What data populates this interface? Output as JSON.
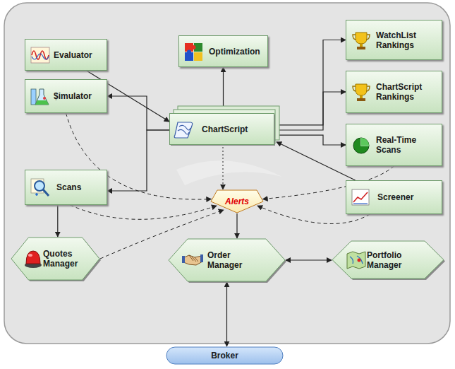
{
  "diagram": {
    "nodes": [
      {
        "text": [
          "Evaluator"
        ]
      },
      {
        "text": [
          "Optimization"
        ]
      },
      {
        "text": [
          "WatchList Rankings"
        ]
      },
      {
        "text": [
          "$imulator"
        ]
      },
      {
        "text": [
          "ChartScript"
        ]
      },
      {
        "text": [
          "ChartScript Rankings"
        ]
      },
      {
        "text": [
          "Real-Time Scans"
        ]
      },
      {
        "text": [
          "Scans"
        ]
      },
      {
        "text": [
          "Alerts"
        ]
      },
      {
        "text": [
          "Screener"
        ]
      },
      {
        "text": [
          "Quotes Manager"
        ]
      },
      {
        "text": [
          "Order Manager"
        ]
      },
      {
        "text": [
          "Portfolio Manager"
        ]
      },
      {
        "text": [
          "Broker"
        ]
      }
    ],
    "edges": [
      {
        "from": 0,
        "to": 4,
        "arrow": "to"
      },
      {
        "from": 1,
        "to": 4,
        "arrow": "both"
      },
      {
        "from": 4,
        "to": 2,
        "arrow": "to"
      },
      {
        "from": 4,
        "to": 5,
        "arrow": "to"
      },
      {
        "from": 4,
        "to": 6,
        "arrow": "to"
      },
      {
        "from": 4,
        "to": 3,
        "arrow": "to"
      },
      {
        "from": 4,
        "to": 7,
        "arrow": "to"
      },
      {
        "from": 9,
        "to": 4,
        "arrow": "to"
      },
      {
        "from": 4,
        "to": 8,
        "arrow": "to"
      },
      {
        "from": 3,
        "to": 8,
        "arrow": "to"
      },
      {
        "from": 7,
        "to": 8,
        "arrow": "to"
      },
      {
        "from": 6,
        "to": 8,
        "arrow": "to"
      },
      {
        "from": 9,
        "to": 8,
        "arrow": "to"
      },
      {
        "from": 10,
        "to": 8,
        "arrow": "to"
      },
      {
        "from": 7,
        "to": 10,
        "arrow": "to"
      },
      {
        "from": 8,
        "to": 11,
        "arrow": "to"
      },
      {
        "from": 11,
        "to": 12,
        "arrow": "both"
      },
      {
        "from": 11,
        "to": 13,
        "arrow": "both"
      }
    ]
  }
}
